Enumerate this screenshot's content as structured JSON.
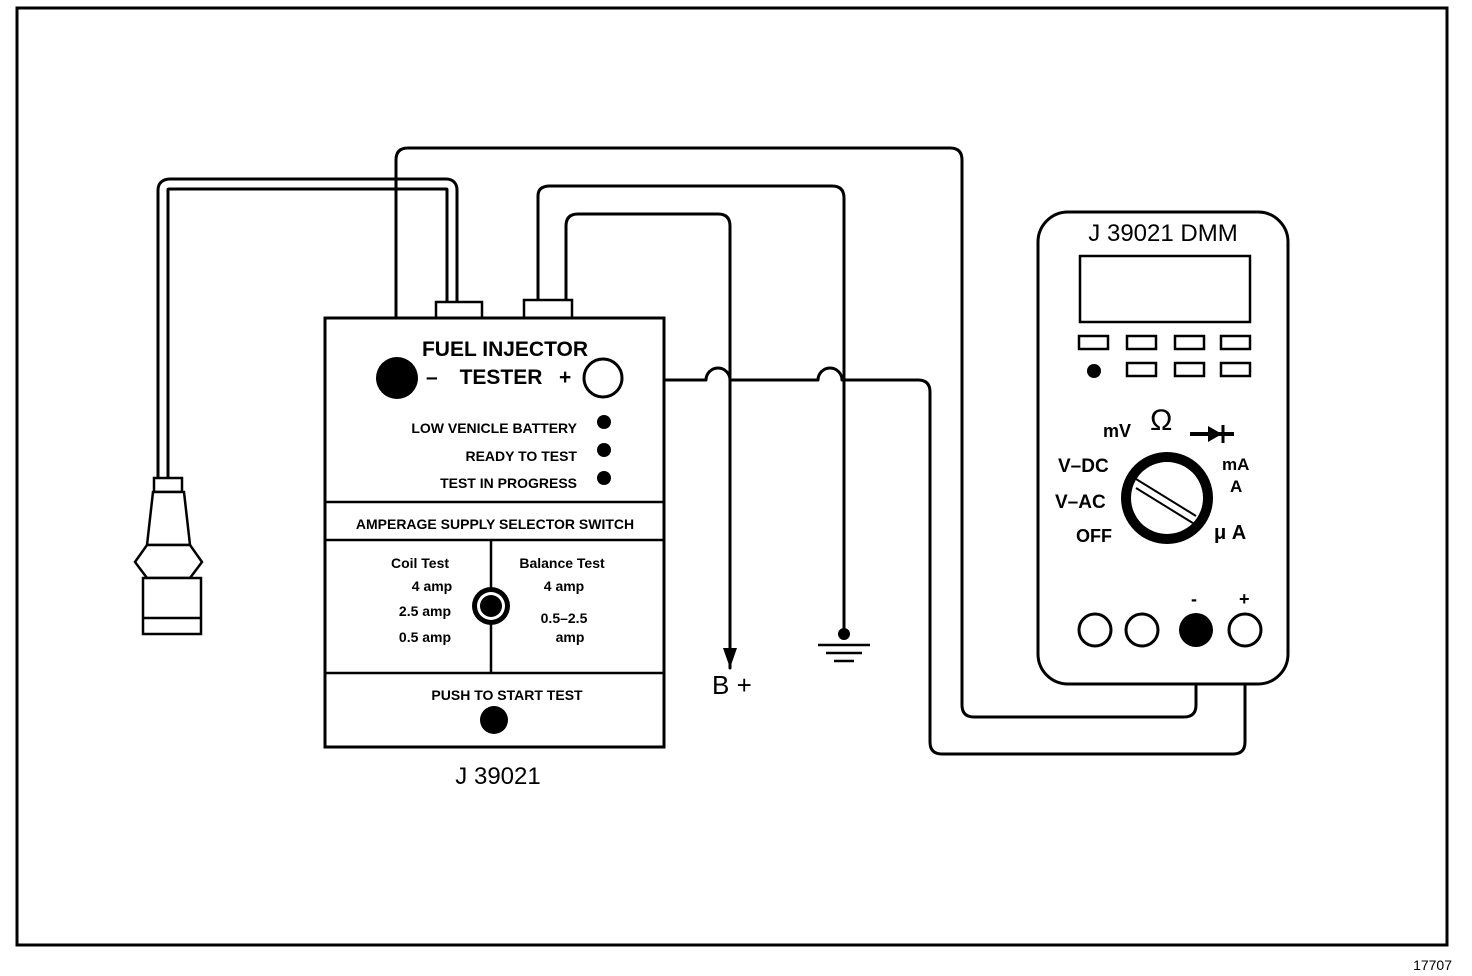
{
  "figure_number": "17707",
  "tester": {
    "title_line1": "FUEL INJECTOR",
    "title_line2": "TESTER",
    "minus_sign": "–",
    "plus_sign": "+",
    "indicators": [
      "LOW VENICLE BATTERY",
      "READY TO TEST",
      "TEST IN PROGRESS"
    ],
    "selector_heading": "AMPERAGE SUPPLY SELECTOR SWITCH",
    "coil_test": {
      "label": "Coil Test",
      "options": [
        "4 amp",
        "2.5 amp",
        "0.5 amp"
      ]
    },
    "balance_test": {
      "label": "Balance Test",
      "option1": "4 amp",
      "option2_line1": "0.5–2.5",
      "option2_line2": "amp"
    },
    "push_label": "PUSH TO START TEST",
    "model": "J 39021"
  },
  "battery_label": "B +",
  "dmm": {
    "title": "J 39021 DMM",
    "dial_labels": {
      "mv": "mV",
      "ohm": "Ω",
      "vdc": "V–DC",
      "vac": "V–AC",
      "off": "OFF",
      "ma": "mA",
      "a": "A",
      "ua": "μ A"
    },
    "jack_minus": "-",
    "jack_plus": "+"
  },
  "icons": {
    "ground": "ground-symbol-icon",
    "diode": "diode-icon",
    "connector": "injector-connector-icon",
    "arrow": "arrow-down-icon"
  }
}
